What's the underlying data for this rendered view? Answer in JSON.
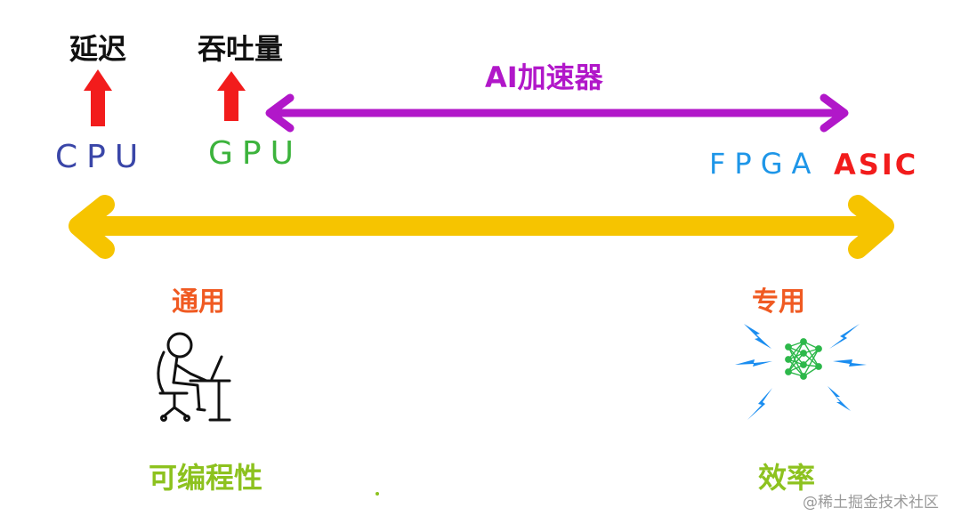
{
  "labels": {
    "latency": "延迟",
    "throughput": "吞吐量",
    "ai_accelerator": "AI加速器",
    "cpu": "CPU",
    "gpu": "GPU",
    "fpga": "FPGA",
    "asic": "ASIC",
    "general": "通用",
    "specialized": "专用",
    "programmability": "可编程性",
    "efficiency": "效率"
  },
  "watermark": "@稀土掘金技术社区",
  "colors": {
    "red": "#f21c1c",
    "purple": "#b117c9",
    "blue_cpu": "#3a46a8",
    "green_gpu": "#3cb33c",
    "blue_fpga": "#1e96e8",
    "yellow": "#f6c400",
    "orange": "#f05a22",
    "olive": "#8dc21f",
    "net_green": "#2db84a",
    "bolt_blue": "#1a8df0"
  },
  "icons": {
    "person": "person-at-laptop-icon",
    "network": "neural-network-icon",
    "bolts": "lightning-bolt-icon"
  }
}
